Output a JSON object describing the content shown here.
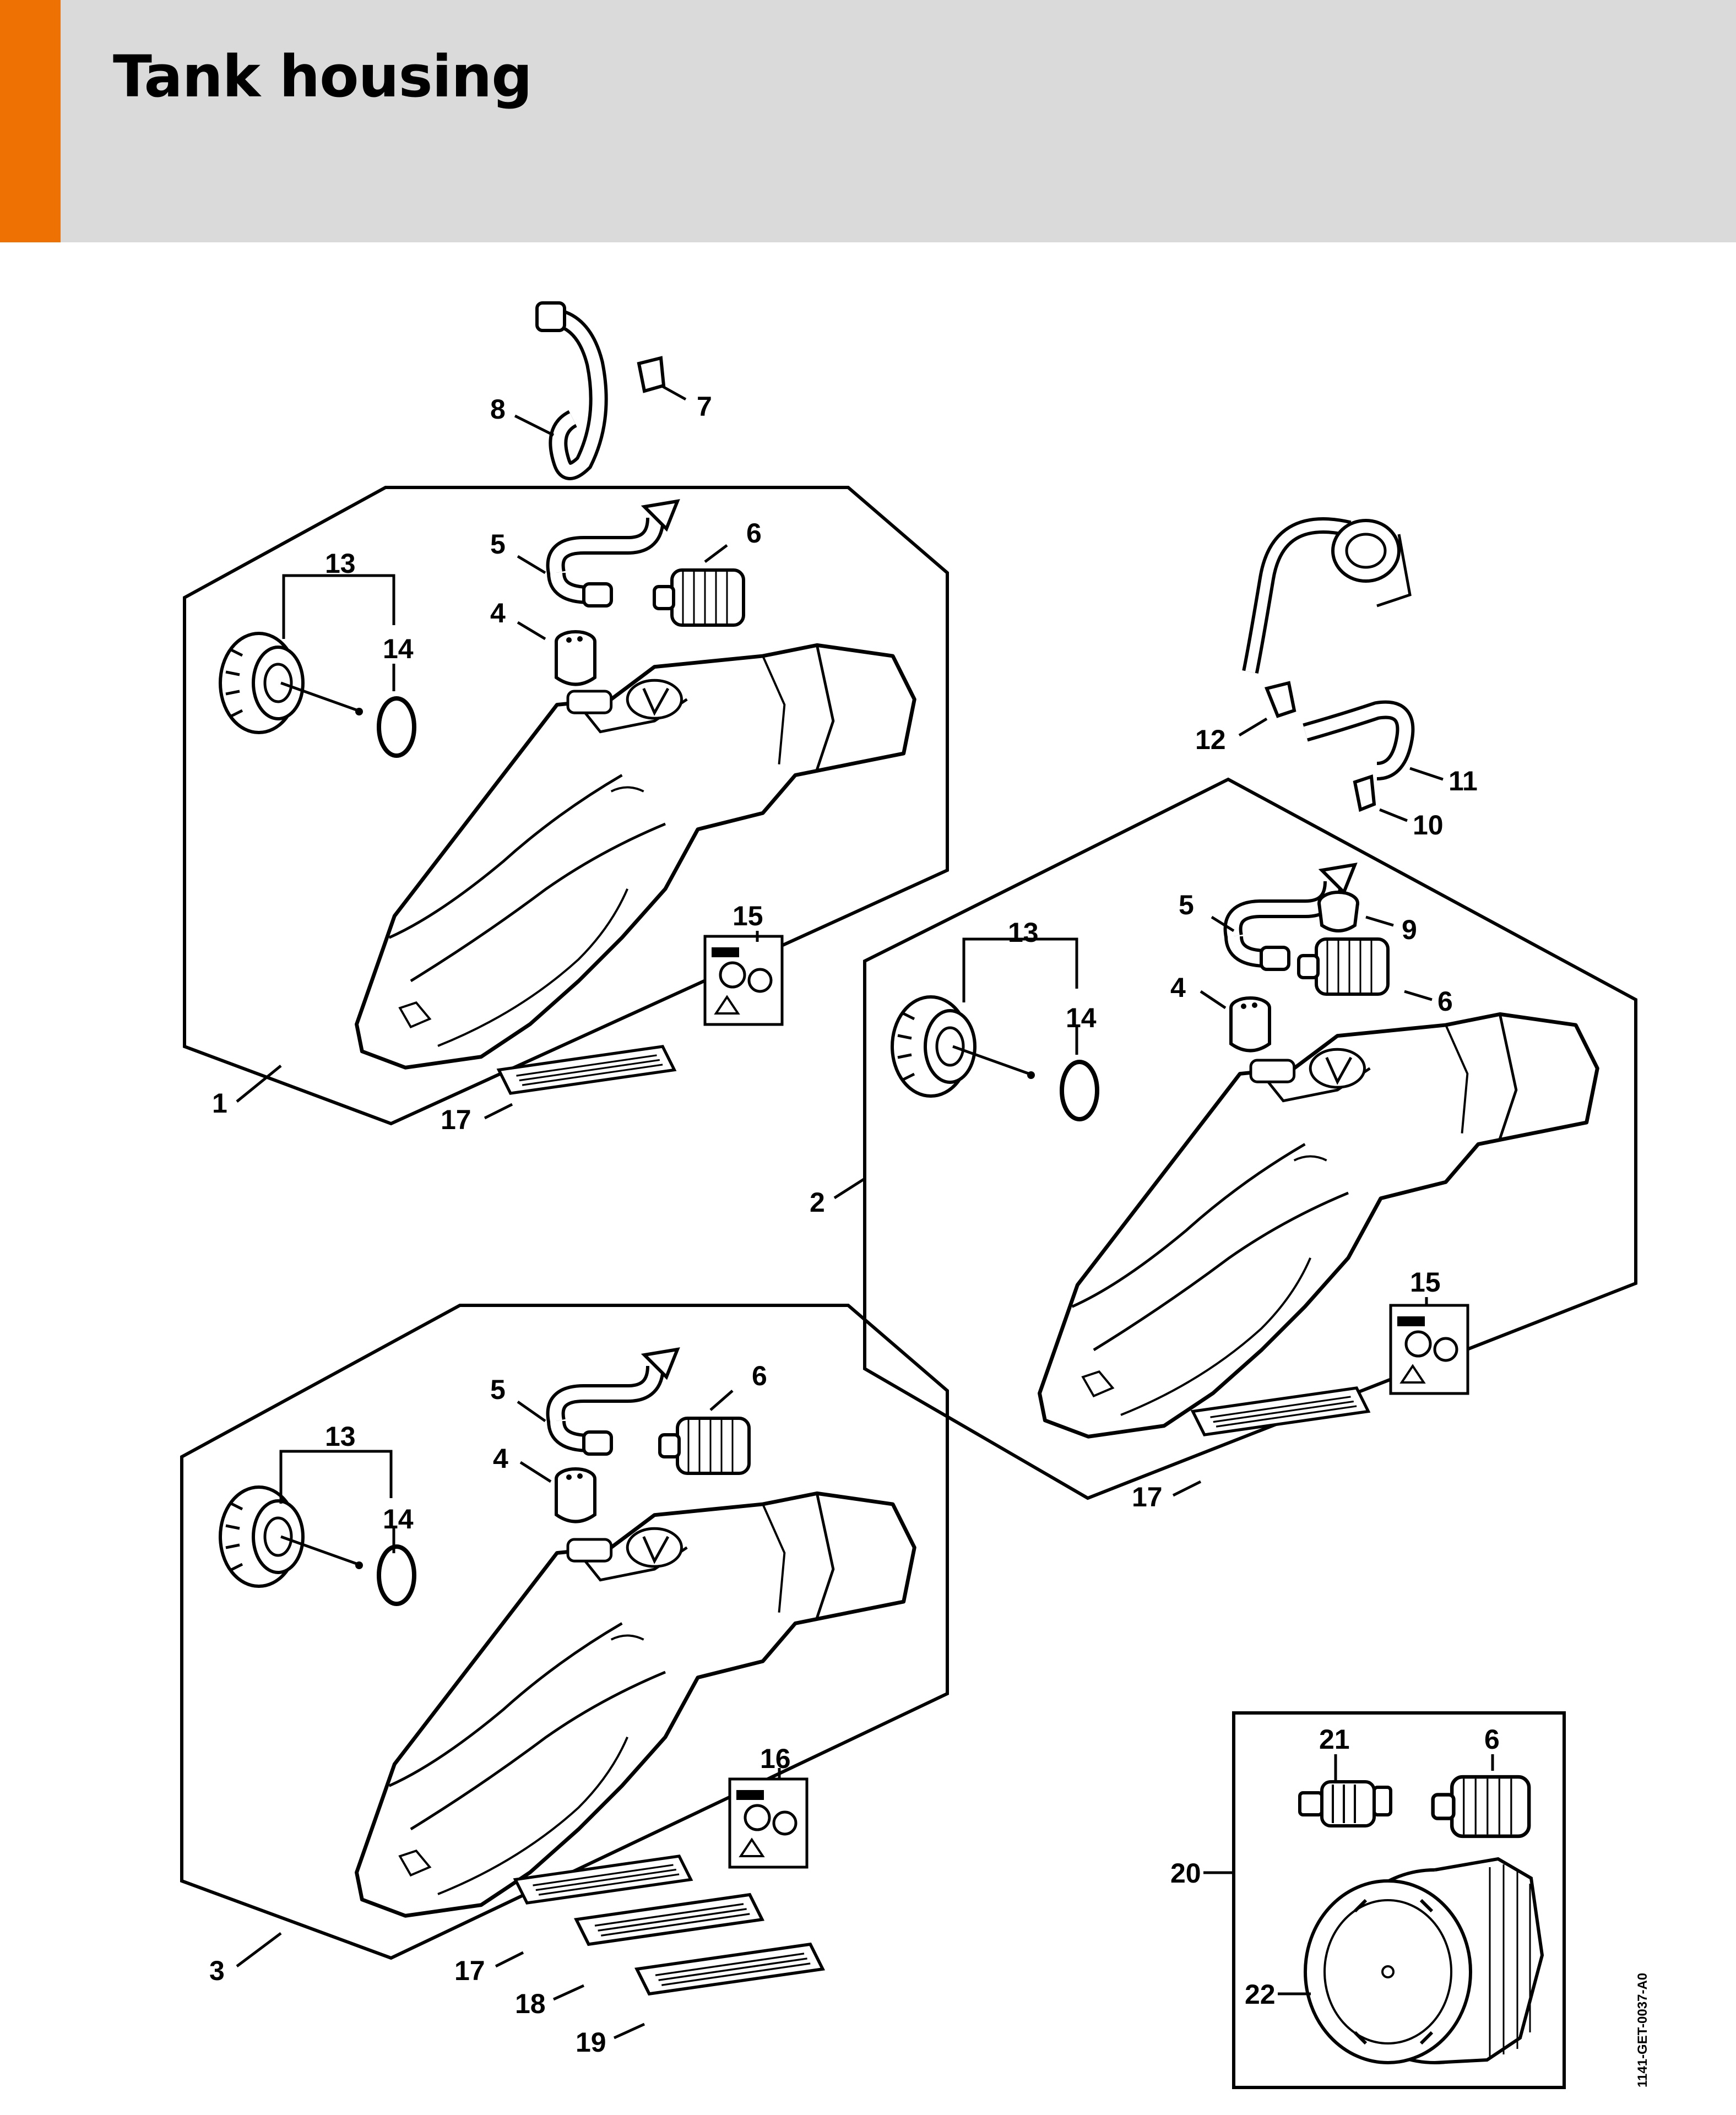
{
  "page": {
    "title": "Tank housing",
    "drawing_code": "1141-GET-0037-A0"
  },
  "colors": {
    "accent": "#ee7203",
    "header_bg": "#dadada"
  },
  "callouts": {
    "group_top": {
      "n8": "8",
      "n7": "7"
    },
    "group1": {
      "n1": "1",
      "n4": "4",
      "n5": "5",
      "n6": "6",
      "n13": "13",
      "n14": "14",
      "n15": "15",
      "n17": "17"
    },
    "group_line": {
      "n10": "10",
      "n11": "11",
      "n12": "12"
    },
    "group2": {
      "n2": "2",
      "n4": "4",
      "n5": "5",
      "n6": "6",
      "n9": "9",
      "n13": "13",
      "n14": "14",
      "n15": "15",
      "n17": "17"
    },
    "group3": {
      "n3": "3",
      "n4": "4",
      "n5": "5",
      "n6": "6",
      "n13": "13",
      "n14": "14",
      "n16": "16",
      "n17": "17",
      "n18": "18",
      "n19": "19"
    },
    "group_kit": {
      "n20": "20",
      "n21": "21",
      "n6": "6",
      "n22": "22"
    }
  }
}
